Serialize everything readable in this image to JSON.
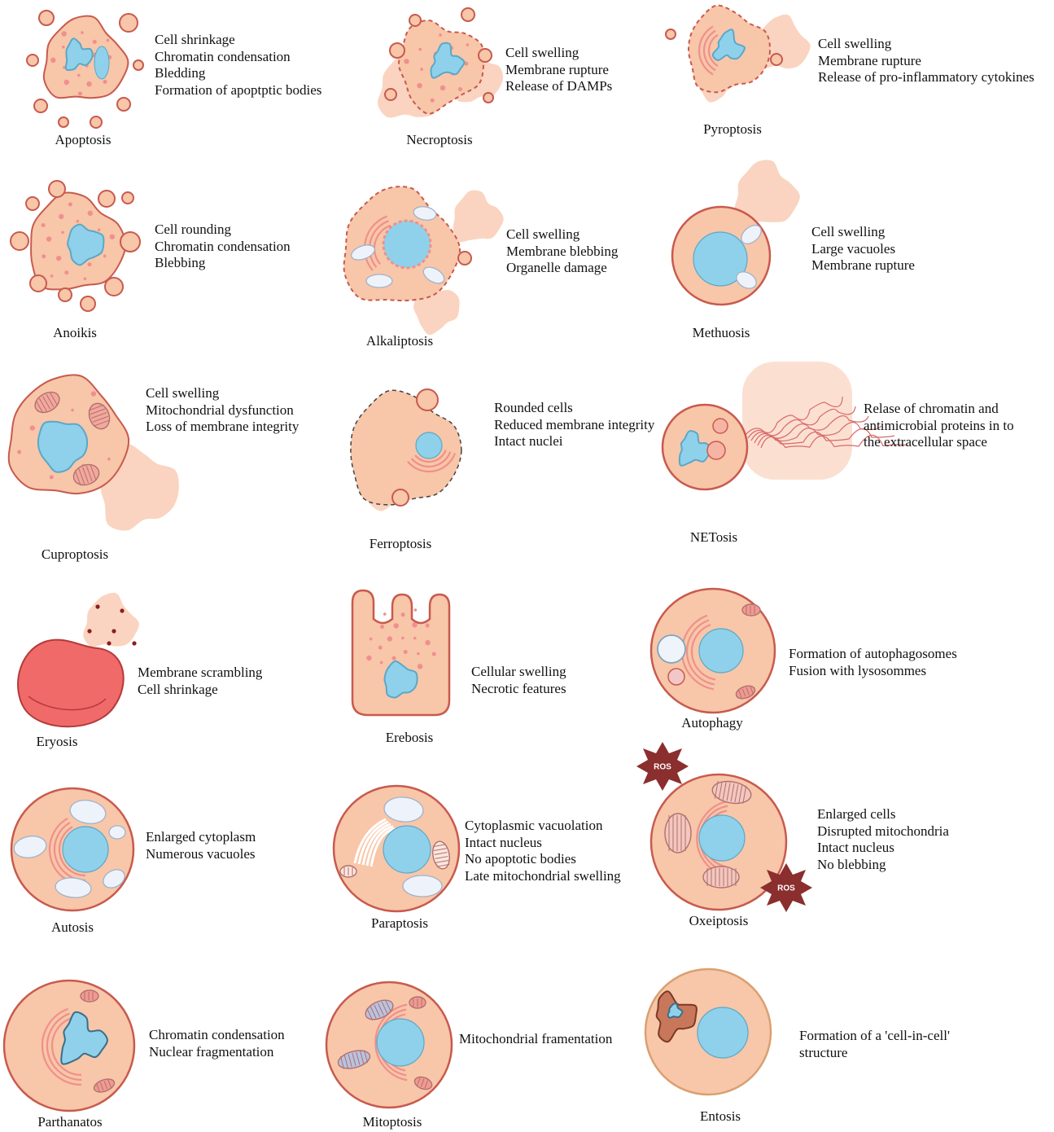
{
  "colors": {
    "cell_fill": "#f8c6a9",
    "cell_stroke": "#c85a4e",
    "nucleus_fill": "#8fd1ea",
    "vacuole_fill": "#eef3fb",
    "organelle": "#f0908a",
    "rbc_fill": "#f06a6a",
    "ros_fill": "#8b2e2e"
  },
  "cells": [
    {
      "key": "apoptosis",
      "name": "Apoptosis",
      "features": [
        "Cell shrinkage",
        "Chromatin condensation",
        "Bledding",
        "Formation of apoptptic bodies"
      ]
    },
    {
      "key": "necroptosis",
      "name": "Necroptosis",
      "features": [
        "Cell swelling",
        "Membrane rupture",
        "Release of DAMPs"
      ]
    },
    {
      "key": "pyroptosis",
      "name": "Pyroptosis",
      "features": [
        "Cell swelling",
        "Membrane rupture",
        "Release of pro-inflammatory cytokines"
      ]
    },
    {
      "key": "anoikis",
      "name": "Anoikis",
      "features": [
        "Cell rounding",
        "Chromatin condensation",
        "Blebbing"
      ]
    },
    {
      "key": "alkaliptosis",
      "name": "Alkaliptosis",
      "features": [
        "Cell swelling",
        "Membrane blebbing",
        "Organelle damage"
      ]
    },
    {
      "key": "methuosis",
      "name": "Methuosis",
      "features": [
        "Cell swelling",
        "Large vacuoles",
        "Membrane rupture"
      ]
    },
    {
      "key": "cuproptosis",
      "name": "Cuproptosis",
      "features": [
        "Cell swelling",
        "Mitochondrial dysfunction",
        "Loss of membrane integrity"
      ]
    },
    {
      "key": "ferroptosis",
      "name": "Ferroptosis",
      "features": [
        "Rounded cells",
        "Reduced membrane integrity",
        "Intact nuclei"
      ]
    },
    {
      "key": "netosis",
      "name": "NETosis",
      "features": [
        "Relase of chromatin and",
        "antimicrobial proteins in to",
        "the extracellular space"
      ]
    },
    {
      "key": "eryosis",
      "name": "Eryosis",
      "features": [
        "Membrane scrambling",
        "Cell shrinkage"
      ]
    },
    {
      "key": "erebosis",
      "name": "Erebosis",
      "features": [
        "Cellular swelling",
        "Necrotic features"
      ]
    },
    {
      "key": "autophagy",
      "name": "Autophagy",
      "features": [
        "Formation of autophagosomes",
        "Fusion with lysosommes"
      ]
    },
    {
      "key": "autosis",
      "name": "Autosis",
      "features": [
        "Enlarged cytoplasm",
        "Numerous vacuoles"
      ]
    },
    {
      "key": "paraptosis",
      "name": "Paraptosis",
      "features": [
        "Cytoplasmic vacuolation",
        "Intact nucleus",
        "No apoptotic bodies",
        "Late mitochondrial swelling"
      ]
    },
    {
      "key": "oxeiptosis",
      "name": "Oxeiptosis",
      "features": [
        "Enlarged cells",
        "Disrupted mitochondria",
        "Intact nucleus",
        "No blebbing"
      ],
      "badges": [
        "ROS",
        "ROS"
      ]
    },
    {
      "key": "parthanatos",
      "name": "Parthanatos",
      "features": [
        "Chromatin condensation",
        "Nuclear fragmentation"
      ]
    },
    {
      "key": "mitoptosis",
      "name": "Mitoptosis",
      "features": [
        "Mitochondrial framentation"
      ]
    },
    {
      "key": "entosis",
      "name": "Entosis",
      "features": [
        "Formation of a 'cell-in-cell'",
        "structure"
      ]
    }
  ]
}
